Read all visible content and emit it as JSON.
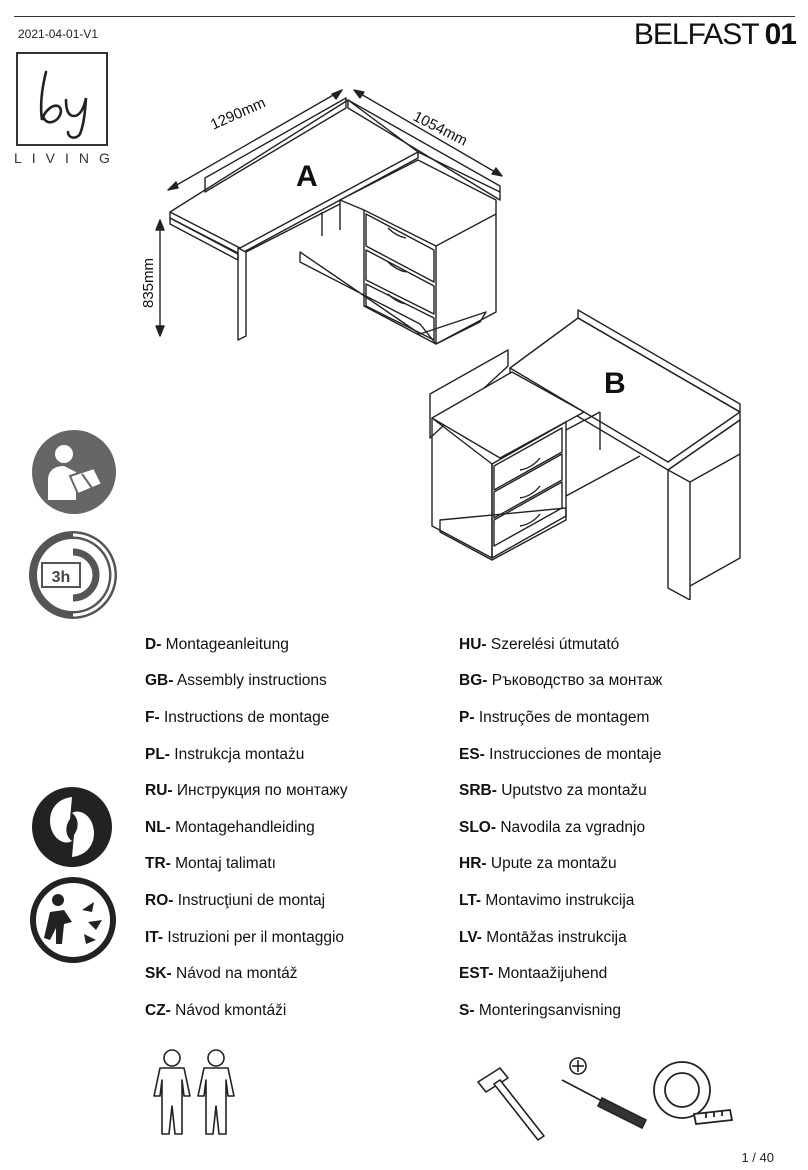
{
  "header": {
    "version": "2021-04-01-V1",
    "product_name": "BELFAST",
    "product_number": "01"
  },
  "brand": {
    "logo_text": "by",
    "logo_word": "LIVING"
  },
  "figure": {
    "width_label": "1290mm",
    "depth_label": "1054mm",
    "height_label": "835mm",
    "variant_a": "A",
    "variant_b": "B"
  },
  "icons": {
    "read_manual": "read-manual-icon",
    "assembly_time": "3h",
    "recycle": "green-dot-icon",
    "disposal": "tidyman-recycle-icon",
    "persons": "two-persons-icon",
    "tools": [
      "hammer-icon",
      "screwdriver-icon",
      "tape-measure-icon"
    ]
  },
  "languages_left": [
    {
      "code": "D-",
      "text": "Montageanleitung"
    },
    {
      "code": "GB-",
      "text": "Assembly instructions"
    },
    {
      "code": "F-",
      "text": "Instructions de montage"
    },
    {
      "code": "PL-",
      "text": "Instrukcja montażu"
    },
    {
      "code": "RU-",
      "text": "Инструкция по монтажу"
    },
    {
      "code": "NL-",
      "text": "Montagehandleiding"
    },
    {
      "code": "TR-",
      "text": "Montaj talimatı"
    },
    {
      "code": "RO-",
      "text": "Instrucţiuni de montaj"
    },
    {
      "code": "IT-",
      "text": "Istruzioni per il montaggio"
    },
    {
      "code": "SK-",
      "text": "Návod na montáž"
    },
    {
      "code": "CZ-",
      "text": "Návod kmontáži"
    }
  ],
  "languages_right": [
    {
      "code": "HU-",
      "text": "Szerelési útmutató"
    },
    {
      "code": "BG-",
      "text": "Ръководство за монтаж"
    },
    {
      "code": "P-",
      "text": "Instruções de montagem"
    },
    {
      "code": "ES-",
      "text": "Instrucciones de montaje"
    },
    {
      "code": "SRB-",
      "text": "Uputstvo za montažu"
    },
    {
      "code": "SLO-",
      "text": "Navodila za vgradnjo"
    },
    {
      "code": "HR-",
      "text": "Upute za montažu"
    },
    {
      "code": "LT-",
      "text": "Montavimo instrukcija"
    },
    {
      "code": "LV-",
      "text": "Montāžas instrukcija"
    },
    {
      "code": "EST-",
      "text": "Montaažijuhend"
    },
    {
      "code": "S-",
      "text": "Monteringsanvisning"
    }
  ],
  "footer": {
    "page": "1 / 40"
  }
}
